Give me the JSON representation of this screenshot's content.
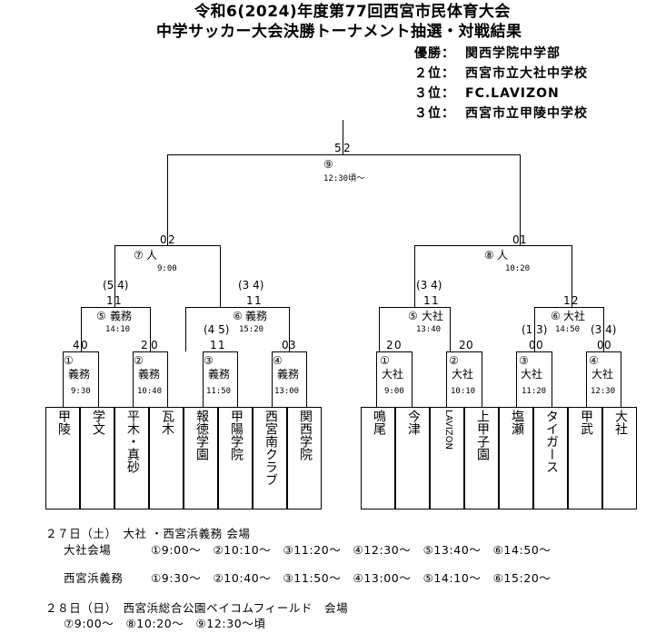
{
  "title": {
    "line1": "令和6(2024)年度第77回西宮市民体育大会",
    "line2": "中学サッカー大会決勝トーナメント抽選・対戦結果"
  },
  "results": [
    {
      "place": "優勝：",
      "team": "関西学院中学部"
    },
    {
      "place": "２位：",
      "team": "西宮市立大社中学校"
    },
    {
      "place": "３位：",
      "team": "FC.LAVIZON"
    },
    {
      "place": "３位：",
      "team": "西宮市立甲陵中学校"
    }
  ],
  "teams_left": [
    "甲陵",
    "学文",
    "平木・真砂",
    "瓦木",
    "報徳学園",
    "甲陽学院",
    "西宮南クラブ",
    "関西学院"
  ],
  "teams_right": [
    "鳴尾",
    "今津",
    "LAVIZON",
    "上甲子園",
    "塩瀬",
    "タイガース",
    "甲武",
    "大社"
  ],
  "matches": {
    "m1": {
      "num": "①",
      "venue": "義務",
      "time": "9:30",
      "score_l": "4",
      "score_r": "0"
    },
    "m2": {
      "num": "②",
      "venue": "義務",
      "time": "10:40",
      "score_l": "2",
      "score_r": "0"
    },
    "m3": {
      "num": "③",
      "venue": "義務",
      "time": "11:50",
      "score_l": "1",
      "score_r": "1",
      "pk": "(4 5)"
    },
    "m4": {
      "num": "④",
      "venue": "義務",
      "time": "13:00",
      "score_l": "0",
      "score_r": "3"
    },
    "m5": {
      "num": "⑤",
      "venue": "義務",
      "time": "14:10",
      "score_l": "1",
      "score_r": "1",
      "pk": "(5 4)"
    },
    "m6": {
      "num": "⑥",
      "venue": "義務",
      "time": "15:20",
      "score_l": "1",
      "score_r": "1",
      "pk": "(3 4)"
    },
    "m7": {
      "num": "⑦",
      "venue": "人",
      "time": "9:00",
      "score_l": "0",
      "score_r": "2"
    },
    "m9": {
      "num": "⑨",
      "time": "12:30頃～",
      "score_l": "5",
      "score_r": "2"
    },
    "r1": {
      "num": "①",
      "venue": "大社",
      "time": "9:00",
      "score_l": "2",
      "score_r": "0"
    },
    "r2": {
      "num": "②",
      "venue": "大社",
      "time": "10:10",
      "score_l": "2",
      "score_r": "0"
    },
    "r3": {
      "num": "③",
      "venue": "大社",
      "time": "11:20",
      "score_l": "0",
      "score_r": "0",
      "pk": "(1 3)"
    },
    "r4": {
      "num": "④",
      "venue": "大社",
      "time": "12:30",
      "score_l": "0",
      "score_r": "0",
      "pk": "(3 4)"
    },
    "r5": {
      "num": "⑤",
      "venue": "大社",
      "time": "13:40",
      "score_l": "1",
      "score_r": "1",
      "pk": "(3 4)"
    },
    "r6": {
      "num": "⑥",
      "venue": "大社",
      "time": "14:50",
      "score_l": "1",
      "score_r": "2"
    },
    "r8": {
      "num": "⑧",
      "venue": "人",
      "time": "10:20",
      "score_l": "0",
      "score_r": "1"
    }
  },
  "footer": {
    "day1": "２７日（土）　大社 ・西宮浜義務 会場",
    "venue_a": "大社会場",
    "venue_a_slots": "①9:00～　②10:10～　③11:20～　④12:30～　⑤13:40～　⑥14:50～",
    "venue_b": "西宮浜義務",
    "venue_b_slots": "①9:30～　②10:40～　③11:50～　④13:00～　⑤14:10～　⑥15:20～",
    "day2": "２８日（日）　西宮浜総合公園ベイコムフィールド　会場",
    "day2_slots": "⑦9:00～　⑧10:20～　⑨12:30～頃"
  }
}
